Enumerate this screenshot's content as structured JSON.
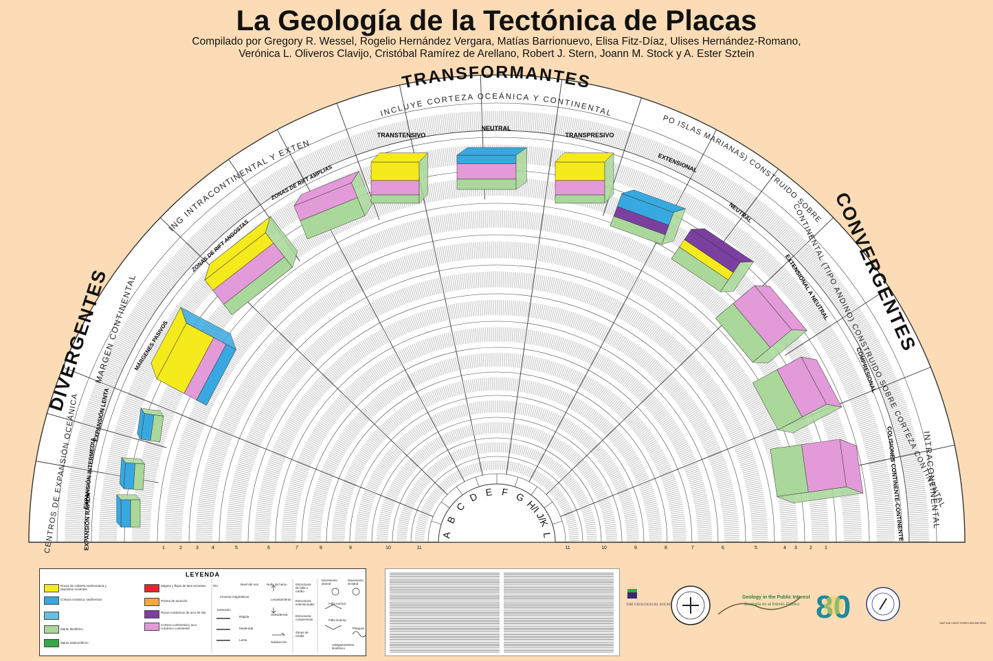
{
  "title": "La Geología de la Tectónica de Placas",
  "authors_line1": "Compilado por Gregory R. Wessel, Rogelio Hernández Vergara, Matías Barrionuevo, Elisa Fitz-Díaz, Ulises Hernández-Romano,",
  "authors_line2": "Verónica L. Oliveros Clavijo, Cristóbal Ramírez de Arellano, Robert J. Stern, Joann M. Stock y A. Ester Sztein",
  "groups": {
    "transformantes": "TRANSFORMANTES",
    "transformantes_sub": "INCLUYE CORTEZA OCEÁNICA Y CONTINENTAL",
    "divergentes": "DIVERGENTES",
    "convergentes": "CONVERGENTES"
  },
  "subgroups": {
    "rifting": "RIFTING INTRACONTINENTAL Y EXTENSIÓN",
    "margen": "MARGEN CONTINENTAL",
    "centros": "CENTROS DE EXPANSIÓN OCEÁNICA",
    "intraoceanico": "INTRAOCEÁNICO (TIPO ISLAS MARIANAS) CONSTRUIDO SOBRE CORTEZA OCEÁNICA",
    "continental": "CONTINENTAL (TIPO ANDINO) CONSTRUIDO SOBRE CORTEZA CONTINENTAL",
    "intracontinental": "INTRACONTINENTAL"
  },
  "settings": {
    "transtensivo": "TRANSTENSIVO",
    "neutral_t": "NEUTRAL",
    "transpresivo": "TRANSPRESIVO",
    "rift_amplias": "ZONAS DE RIFT AMPLIAS",
    "rift_angostas": "ZONAS DE RIFT ANGOSTAS",
    "margenes_pasivos": "MÁRGENES PASIVOS",
    "exp_lenta": "EXPANSIÓN LENTA",
    "exp_intermedia": "EXPANSIÓN INTERMEDIA",
    "exp_rapida": "EXPANSIÓN RÁPIDA",
    "extensional": "EXTENSIONAL",
    "neutral_c": "NEUTRAL",
    "ext_neutral": "EXTENSIONAL A NEUTRAL",
    "compresional": "COMPRESIONAL",
    "colisiones": "COLISIONES CONTINENTE-CONTINENTE"
  },
  "letters": [
    "A",
    "B",
    "C",
    "D",
    "E",
    "F",
    "G",
    "H/I",
    "J/K",
    "L"
  ],
  "rows_left": [
    "1",
    "2",
    "3",
    "4",
    "5",
    "6",
    "7",
    "8",
    "9",
    "10",
    "11"
  ],
  "rows_right": [
    "11",
    "10",
    "9",
    "8",
    "7",
    "6",
    "5",
    "4",
    "3",
    "2",
    "1"
  ],
  "legend": {
    "title": "LEYENDA",
    "items": [
      "Rocas de cubierta sedimentaria y depósitos recientes",
      "Corteza oceánica, sedimentos",
      "Manto litosférico",
      "Manto astenosférico",
      "Magma y flujos de lava recientes",
      "Prisma de acreción",
      "Rocas volcánicas de arco de isla",
      "Corteza continental y arco volcánico continental",
      "Río",
      "Nivel del mar",
      "Nube de humo",
      "Cimeras magmáticas",
      "Extensión",
      "Rápida",
      "Moderada",
      "Lenta",
      "Levantamiento",
      "Subsidencia",
      "Subducción",
      "Estructuras de falla o rumbo",
      "Estructuras extensionales",
      "Estructuras compresivas",
      "Zonas de cizalla",
      "Movimiento dextral",
      "Movimiento sinistral",
      "Falla normal",
      "Falla inversa",
      "Pliegues",
      "Adelgazamiento litosférico"
    ],
    "colors": [
      "#f5ea1c",
      "#38a9e0",
      "#a9d89a",
      "#3aa64a",
      "#e3262d",
      "#f2a93a",
      "#7b3fa0",
      "#e39ad8"
    ]
  },
  "logos": {
    "gsa": "THE GEOLOGICAL SOCIETY OF AMERICA®",
    "public_interest": "Geology in the Public Interest",
    "public_interest_es": "Geología en el Interés Público",
    "eighty": "80"
  },
  "map_info": "MAP AND CHART SERIES MCH089.SPAN",
  "colors": {
    "background": "#fcdcb6",
    "yellow": "#f5ea1c",
    "blue": "#38a9e0",
    "green": "#a9d89a",
    "dark_green": "#3aa64a",
    "pink": "#e39ad8",
    "purple": "#7b3fa0",
    "red": "#e3262d"
  }
}
